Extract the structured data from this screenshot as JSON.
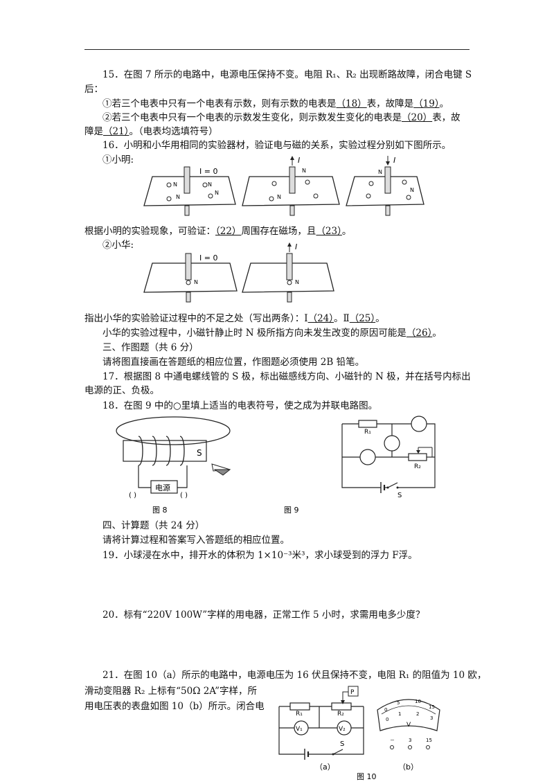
{
  "lines": {
    "q15_1": "15．在图 7 所示的电路中，电源电压保持不变。电阻 R₁、R₂ 出现断路故障，闭合电键 S",
    "q15_2": "后：",
    "q15_3a": "①若三个电表中只有一个电表有示数，则有示数的电表是",
    "q15_3b": "（18）",
    "q15_3c": "表，故障是",
    "q15_3d": "（19）",
    "q15_3e": "。",
    "q15_4a": "②若三个电表中只有一个电表的示数发生变化，则示数发生变化的电表是",
    "q15_4b": "（20）",
    "q15_4c": "表，故",
    "q15_5a": "障是",
    "q15_5b": "（21）",
    "q15_5c": "。（电表均选填符号）",
    "q16_1": "16．小明和小华用相同的实验器材，验证电与磁的关系，实验过程分别如下图所示。",
    "q16_2": "①小明:",
    "q16_3a": "根据小明的实验现象，可验证：",
    "q16_3b": "（22）",
    "q16_3c": "周围存在磁场，且",
    "q16_3d": "（23）",
    "q16_3e": "。",
    "q16_4": "②小华:",
    "q16_5a": "指出小华的实验验证过程中的不足之处（写出两条）：Ⅰ",
    "q16_5b": "（24）",
    "q16_5c": "。Ⅱ",
    "q16_5d": "（25）",
    "q16_5e": "。",
    "q16_6a": "小华的实验过程中，小磁针静止时 N 极所指方向未发生改变的原因可能是",
    "q16_6b": "（26）",
    "q16_6c": "。",
    "sec3": "三、作图题（共 6 分）",
    "sec3_note": "请将图直接画在答题纸的相应位置，作图题必须使用 2B 铅笔。",
    "q17_1": "17．根据图 8 中通电螺线管的 S 极，标出磁感线方向、小磁针的 N 极，并在括号内标出",
    "q17_2": "电源的正、负极。",
    "q18": "18．在图 9 中的○里填上适当的电表符号，使之成为并联电路图。",
    "sec4": "四、计算题（共 24 分）",
    "sec4_note": "请将计算过程和答案写入答题纸的相应位置。",
    "q19": "19．小球浸在水中，排开水的体积为 1×10⁻³米³，求小球受到的浮力 F浮。",
    "q20": "20．标有“220V  100W”字样的用电器，正常工作 5 小时，求需用电多少度？",
    "q21_1": "21．在图 10（a）所示的电路中，电源电压为 16 伏且保持不变，电阻 R₁ 的阻值为 10 欧，",
    "q21_2": "滑动变阻器 R₂ 上标有“50Ω  2A”字样，所",
    "q21_3": "用电压表的表盘如图 10（b）所示。闭合电"
  },
  "figures": {
    "i_zero": "I = 0",
    "i": "I",
    "n": "N",
    "s": "S",
    "power": "电源",
    "paren": "(    )",
    "fig8": "图 8",
    "fig9": "图 9",
    "fig10": "图 10",
    "r1": "R₁",
    "r2": "R₂",
    "p": "P",
    "v1": "V₁",
    "v2": "V₂",
    "v": "V",
    "a": "（a）",
    "b": "（b）",
    "scale_top": [
      "0",
      "5",
      "10",
      "15"
    ],
    "scale_bot": [
      "0",
      "1",
      "2",
      "3"
    ],
    "terminals": [
      "－",
      "3",
      "15"
    ]
  }
}
